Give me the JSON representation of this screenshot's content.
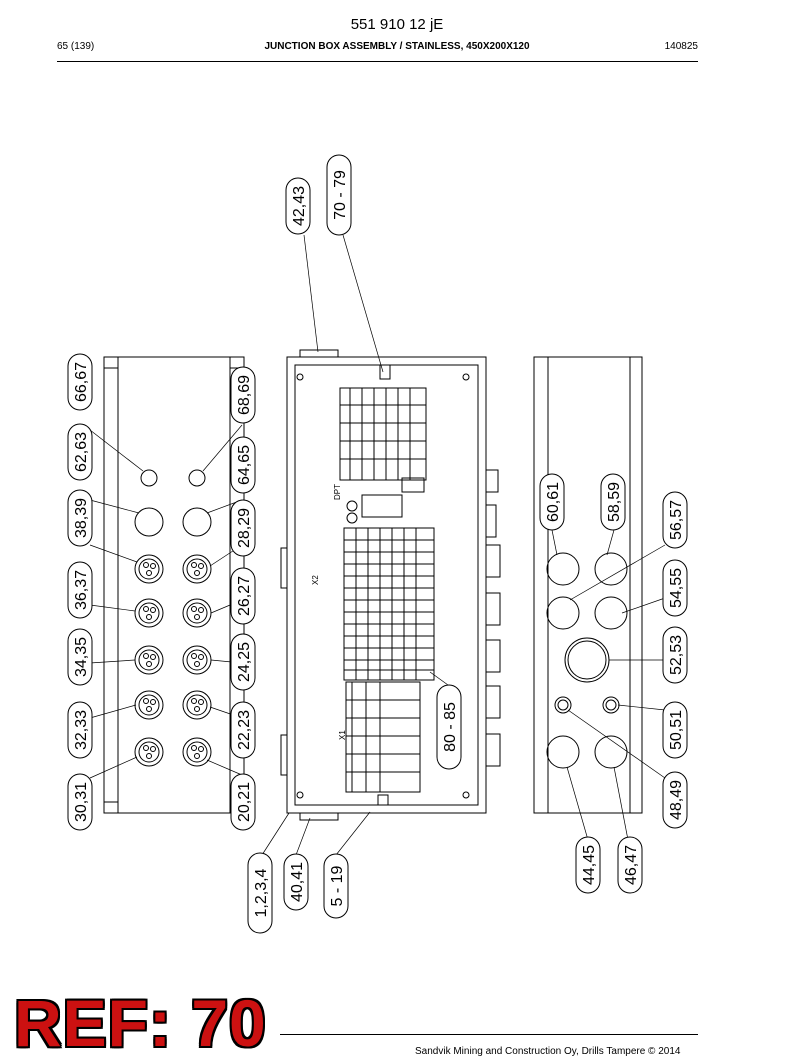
{
  "header": {
    "code": "551 910 12 jE",
    "page": "65 (139)",
    "title": "JUNCTION BOX ASSEMBLY / STAINLESS, 450X200X120",
    "date": "140825"
  },
  "ref_stamp": "REF: 70",
  "footer": {
    "copyright": "Sandvik Mining and Construction Oy, Drills Tampere © 2014"
  },
  "callouts": {
    "c1": "66,67",
    "c2": "62,63",
    "c3": "38,39",
    "c4": "36,37",
    "c5": "34,35",
    "c6": "32,33",
    "c7": "30,31",
    "c8": "68,69",
    "c9": "64,65",
    "c10": "28,29",
    "c11": "26,27",
    "c12": "24,25",
    "c13": "22,23",
    "c14": "20,21",
    "c15": "42,43",
    "c16": "70 - 79",
    "c17": "80 - 85",
    "c18": "1,2,3,4",
    "c19": "40,41",
    "c20": "5 - 19",
    "c21": "60,61",
    "c22": "58,59",
    "c23": "56,57",
    "c24": "54,55",
    "c25": "52,53",
    "c26": "50,51",
    "c27": "48,49",
    "c28": "44,45",
    "c29": "46,47"
  },
  "drawing_labels": {
    "x1": "X1",
    "x2": "X2",
    "dpt": "DPT"
  },
  "colors": {
    "stamp": "#cc1111",
    "line": "#000000"
  }
}
